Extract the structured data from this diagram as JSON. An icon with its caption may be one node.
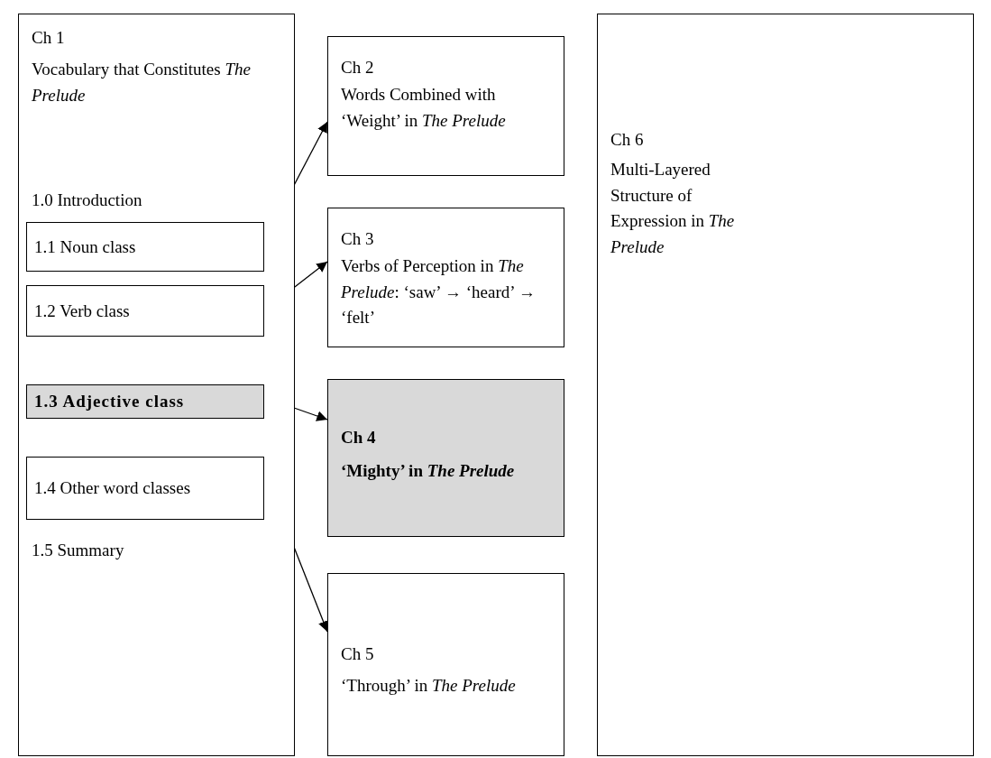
{
  "diagram": {
    "nodes": [
      {
        "text": [
          "Ch 1",
          "Vocabulary that Constitutes *The Prelude*",
          "1.0 Introduction",
          "1.5 Summary"
        ]
      },
      {
        "text": [
          "1.1 Noun class"
        ],
        "in": 0
      },
      {
        "text": [
          "1.2 Verb class"
        ],
        "in": 0
      },
      {
        "text": [
          "1.3 Adjective class"
        ],
        "in": 0
      },
      {
        "text": [
          "1.4 Other word classes"
        ],
        "in": 0
      },
      {
        "text": [
          "Ch 2",
          "Words Combined with ‘Weight’ in *The Prelude*"
        ]
      },
      {
        "text": [
          "Ch 3",
          "Verbs of Perception in *The Prelude*: ‘saw’ → ‘heard’ → ‘felt’"
        ]
      },
      {
        "text": [
          "Ch 4",
          "‘Mighty’ in *The Prelude*"
        ]
      },
      {
        "text": [
          "Ch 5",
          "‘Through’ in *The Prelude*"
        ]
      },
      {
        "text": [
          "Ch 6",
          "Multi-Layered Structure of Expression in *The Prelude*"
        ]
      }
    ],
    "edges": [
      {
        "from": 1,
        "to": 5,
        "arrow": "to"
      },
      {
        "from": 2,
        "to": 6,
        "arrow": "to"
      },
      {
        "from": 3,
        "to": 7,
        "arrow": "to"
      },
      {
        "from": 4,
        "to": 8,
        "arrow": "to"
      }
    ]
  }
}
